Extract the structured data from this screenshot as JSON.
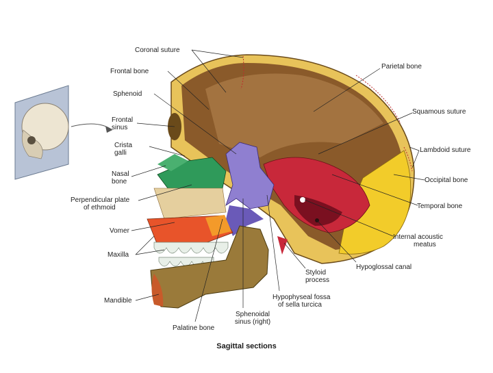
{
  "labels": {
    "coronal_suture": "Coronal suture",
    "frontal_bone": "Frontal bone",
    "sphenoid": "Sphenoid",
    "frontal_sinus_1": "Frontal",
    "frontal_sinus_2": "sinus",
    "crista_galli_1": "Crista",
    "crista_galli_2": "galli",
    "nasal_bone_1": "Nasal",
    "nasal_bone_2": "bone",
    "perpendicular_plate_1": "Perpendicular plate",
    "perpendicular_plate_2": "of ethmoid",
    "vomer": "Vomer",
    "maxilla": "Maxilla",
    "mandible": "Mandible",
    "palatine_bone": "Palatine bone",
    "sphenoidal_sinus_1": "Sphenoidal",
    "sphenoidal_sinus_2": "sinus (right)",
    "hypophyseal_fossa_1": "Hypophyseal fossa",
    "hypophyseal_fossa_2": "of sella turcica",
    "styloid_process_1": "Styloid",
    "styloid_process_2": "process",
    "hypoglossal_canal": "Hypoglossal canal",
    "internal_acoustic_meatus_1": "Internal acoustic",
    "internal_acoustic_meatus_2": "meatus",
    "temporal_bone": "Temporal bone",
    "occipital_bone": "Occipital bone",
    "lambdoid_suture": "Lambdoid suture",
    "squamous_suture": "Squamous suture",
    "parietal_bone": "Parietal bone"
  },
  "caption": "Sagittal sections",
  "colors": {
    "skull_outline": "#e8c35a",
    "inner_cavity": "#8a5a2a",
    "sphenoid": "#8f7fd0",
    "ethmoid_nasal": "#2f9a5a",
    "temporal": "#c8283a",
    "occipital": "#f2cc2a",
    "maxilla": "#e8542a",
    "palatine": "#f39a2a",
    "mandible": "#9a7a3a",
    "teeth": "#e8efe8"
  }
}
